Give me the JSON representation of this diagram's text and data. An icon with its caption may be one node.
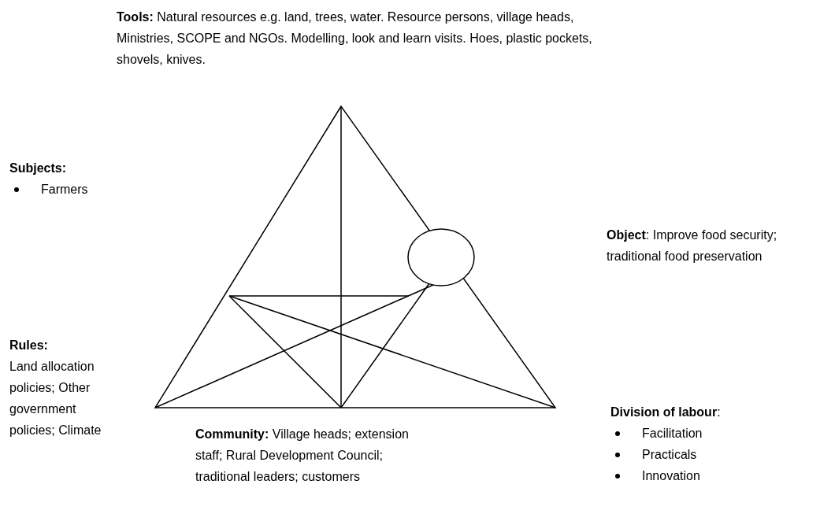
{
  "diagram": {
    "labels": [
      "**Tools:** Natural resources e.g. land, trees, water. Resource persons, village heads, Ministries, SCOPE and NGOs. Modelling, look and learn visits. Hoes, plastic pockets, shovels, knives.",
      "Subjects:",
      "Farmers",
      "**Object**: Improve food security; traditional food preservation",
      "Rules:",
      "Land allocation policies; Other government policies; Climate",
      "**Division of labour**:",
      "Facilitation",
      "Practicals",
      "Innovation",
      "**Community:** Village heads; extension staff; Rural Development Council; traditional leaders; customers"
    ]
  }
}
